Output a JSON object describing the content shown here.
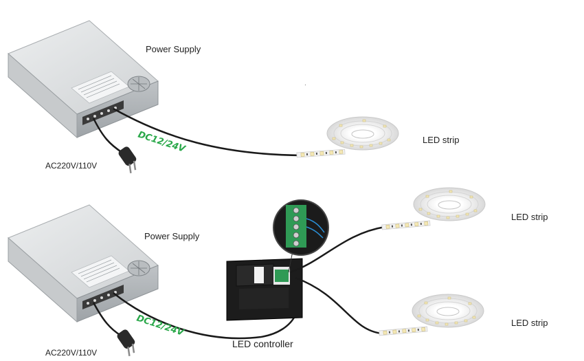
{
  "labels": {
    "power_supply_top": "Power  Supply",
    "power_supply_bottom": "Power  Supply",
    "ac_top": "AC220V/110V",
    "ac_bottom": "AC220V/110V",
    "dc_top": "DC12/24V",
    "dc_bottom": "DC12/24V",
    "led_strip_top": "LED strip",
    "led_strip_mid": "LED strip",
    "led_strip_bottom": "LED strip",
    "led_controller": "LED controller"
  },
  "colors": {
    "dc_label": "#2aa84a",
    "cable": "#1a1a1a",
    "psu_body": "#dcdedf",
    "strip": "#eeeeee",
    "terminal_green": "#2f9a55"
  },
  "icons": {
    "power_supply": "power-supply-unit-icon",
    "plug": "ac-plug-icon",
    "strip": "led-strip-reel-icon",
    "controller": "led-controller-panel-icon",
    "magnifier": "terminal-zoom-inset-icon"
  }
}
